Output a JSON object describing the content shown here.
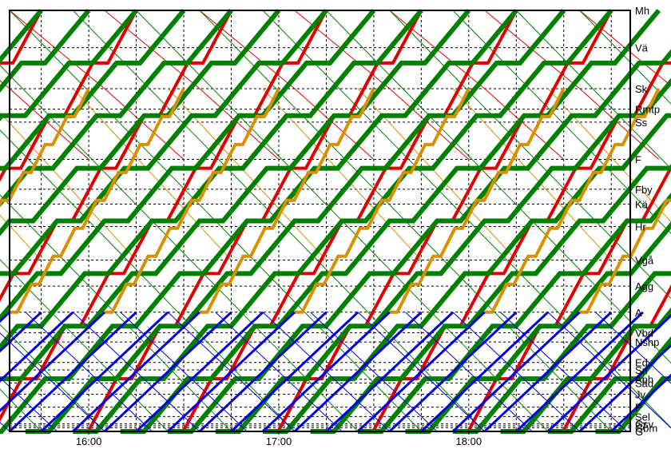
{
  "chart_data": {
    "type": "line",
    "title": "",
    "xlabel": "",
    "ylabel": "",
    "x_range": [
      "15:35",
      "18:51"
    ],
    "x_ticks": [
      "16:00",
      "17:00",
      "18:00"
    ],
    "grid": true,
    "stations": [
      "Mh",
      "Vä",
      "Sk",
      "Rmtp",
      "Ss",
      "F",
      "Fby",
      "Kä",
      "Hr",
      "Vgå",
      "Agg",
      "A",
      "Vbd",
      "Nshp",
      "Ed",
      "Sn",
      "Aph",
      "Säd",
      "Jv",
      "P",
      "Sel",
      "Gsv",
      "77",
      "Gbm",
      "G"
    ],
    "station_km": {
      "Mh": 0,
      "Vä": 20,
      "Sk": 42,
      "Rmtp": 53,
      "Ss": 60,
      "F": 80,
      "Fby": 96,
      "Kä": 104,
      "Hr": 116,
      "Vgå": 134,
      "Agg": 148,
      "A": 162,
      "Vbd": 173,
      "Nshp": 178,
      "Ed": 189,
      "Sn": 193,
      "Aph": 198,
      "Säd": 200,
      "Jv": 206,
      "P": 213,
      "Sel": 218,
      "Gsv": 222,
      "77": 223,
      "Gbm": 224,
      "G": 226
    },
    "series": [
      {
        "color": "#e00000"
      },
      {
        "color": "#d89000"
      },
      {
        "color": "#008000"
      },
      {
        "color": "#0000e0"
      }
    ]
  }
}
